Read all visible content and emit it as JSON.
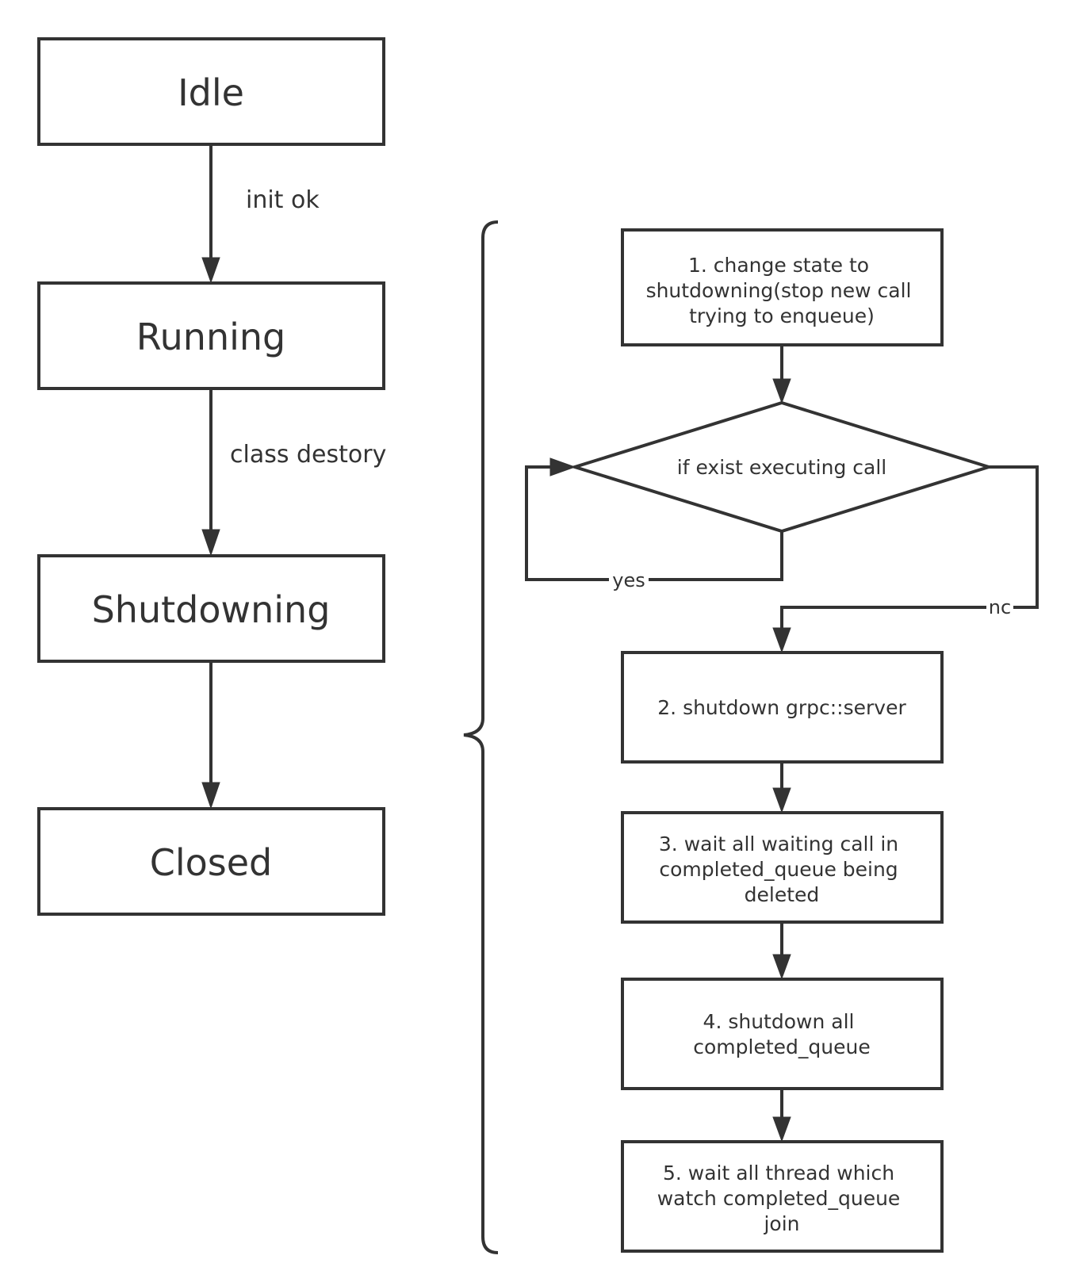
{
  "states": [
    {
      "id": "idle",
      "label": "Idle"
    },
    {
      "id": "running",
      "label": "Running"
    },
    {
      "id": "shutdowning",
      "label": "Shutdowning"
    },
    {
      "id": "closed",
      "label": "Closed"
    }
  ],
  "transitions": [
    {
      "from": "idle",
      "to": "running",
      "label": "init ok"
    },
    {
      "from": "running",
      "to": "shutdowning",
      "label": "class destory"
    },
    {
      "from": "shutdowning",
      "to": "closed",
      "label": ""
    }
  ],
  "shutdown_steps": {
    "step1": [
      "1. change state to",
      "shutdowning(stop new call",
      "trying to enqueue)"
    ],
    "decision": "if exist executing call",
    "yes_label": "yes",
    "no_label": "nc",
    "step2": [
      "2. shutdown grpc::server"
    ],
    "step3": [
      "3. wait all waiting call in",
      "completed_queue being",
      "deleted"
    ],
    "step4": [
      "4. shutdown all",
      "completed_queue"
    ],
    "step5": [
      "5. wait all thread which",
      "watch completed_queue",
      "join"
    ]
  }
}
